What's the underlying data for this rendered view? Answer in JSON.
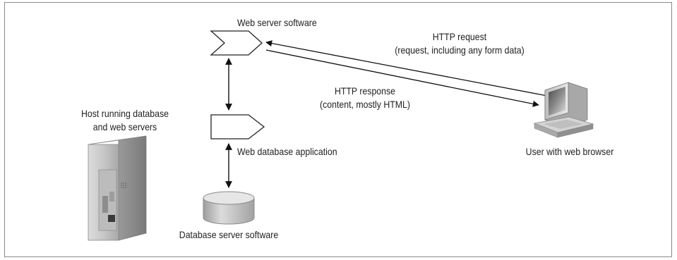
{
  "labels": {
    "web_server_software": "Web server software",
    "http_request": "HTTP request",
    "http_request_detail": "(request, including any form data)",
    "http_response": "HTTP response",
    "http_response_detail": "(content, mostly HTML)",
    "host_line1": "Host running database",
    "host_line2": "and web servers",
    "web_database_application": "Web database application",
    "database_server_software": "Database server software",
    "user_with_browser": "User with web browser"
  }
}
